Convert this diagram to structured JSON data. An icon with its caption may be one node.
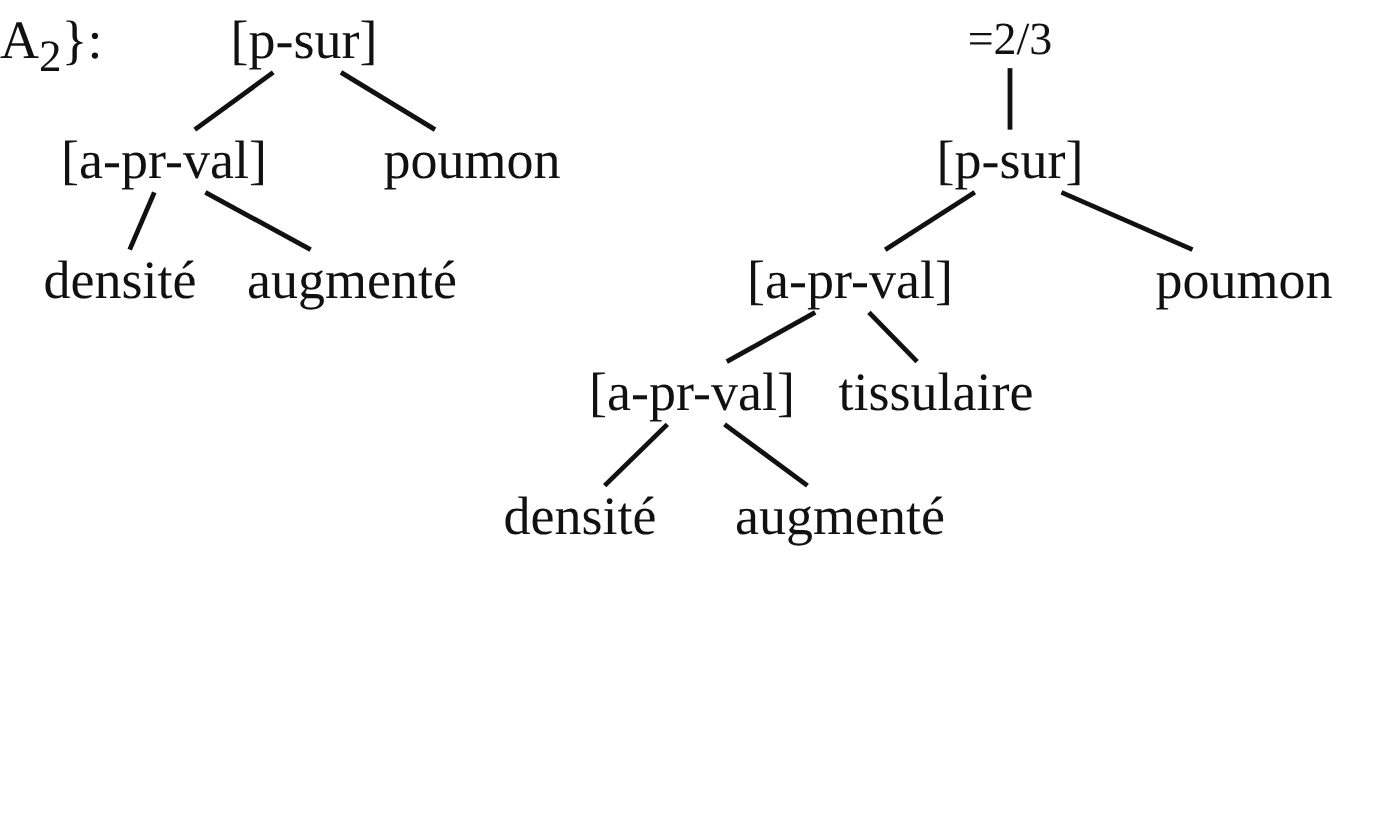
{
  "diagram": {
    "nodes": [
      {
        "text": [
          "[p-sur]"
        ]
      },
      {
        "text": [
          "[a-pr-val]"
        ]
      },
      {
        "text": [
          "poumon"
        ]
      },
      {
        "text": [
          "densité"
        ]
      },
      {
        "text": [
          "augmenté"
        ]
      },
      {
        "text": [
          "=2/3"
        ]
      },
      {
        "text": [
          "[p-sur]"
        ]
      },
      {
        "text": [
          "[a-pr-val]"
        ]
      },
      {
        "text": [
          "poumon"
        ]
      },
      {
        "text": [
          "[a-pr-val]"
        ]
      },
      {
        "text": [
          "tissulaire"
        ]
      },
      {
        "text": [
          "densité"
        ]
      },
      {
        "text": [
          "augmenté"
        ]
      }
    ],
    "edges": [
      {
        "from": 0,
        "to": 1,
        "arrow": "none"
      },
      {
        "from": 0,
        "to": 2,
        "arrow": "none"
      },
      {
        "from": 1,
        "to": 3,
        "arrow": "none"
      },
      {
        "from": 1,
        "to": 4,
        "arrow": "none"
      },
      {
        "from": 5,
        "to": 6,
        "arrow": "none"
      },
      {
        "from": 6,
        "to": 7,
        "arrow": "none"
      },
      {
        "from": 6,
        "to": 8,
        "arrow": "none"
      },
      {
        "from": 7,
        "to": 9,
        "arrow": "none"
      },
      {
        "from": 7,
        "to": 10,
        "arrow": "none"
      },
      {
        "from": 9,
        "to": 11,
        "arrow": "none"
      },
      {
        "from": 9,
        "to": 12,
        "arrow": "none"
      }
    ],
    "labels": [
      "A$_{2}$}:"
    ]
  }
}
